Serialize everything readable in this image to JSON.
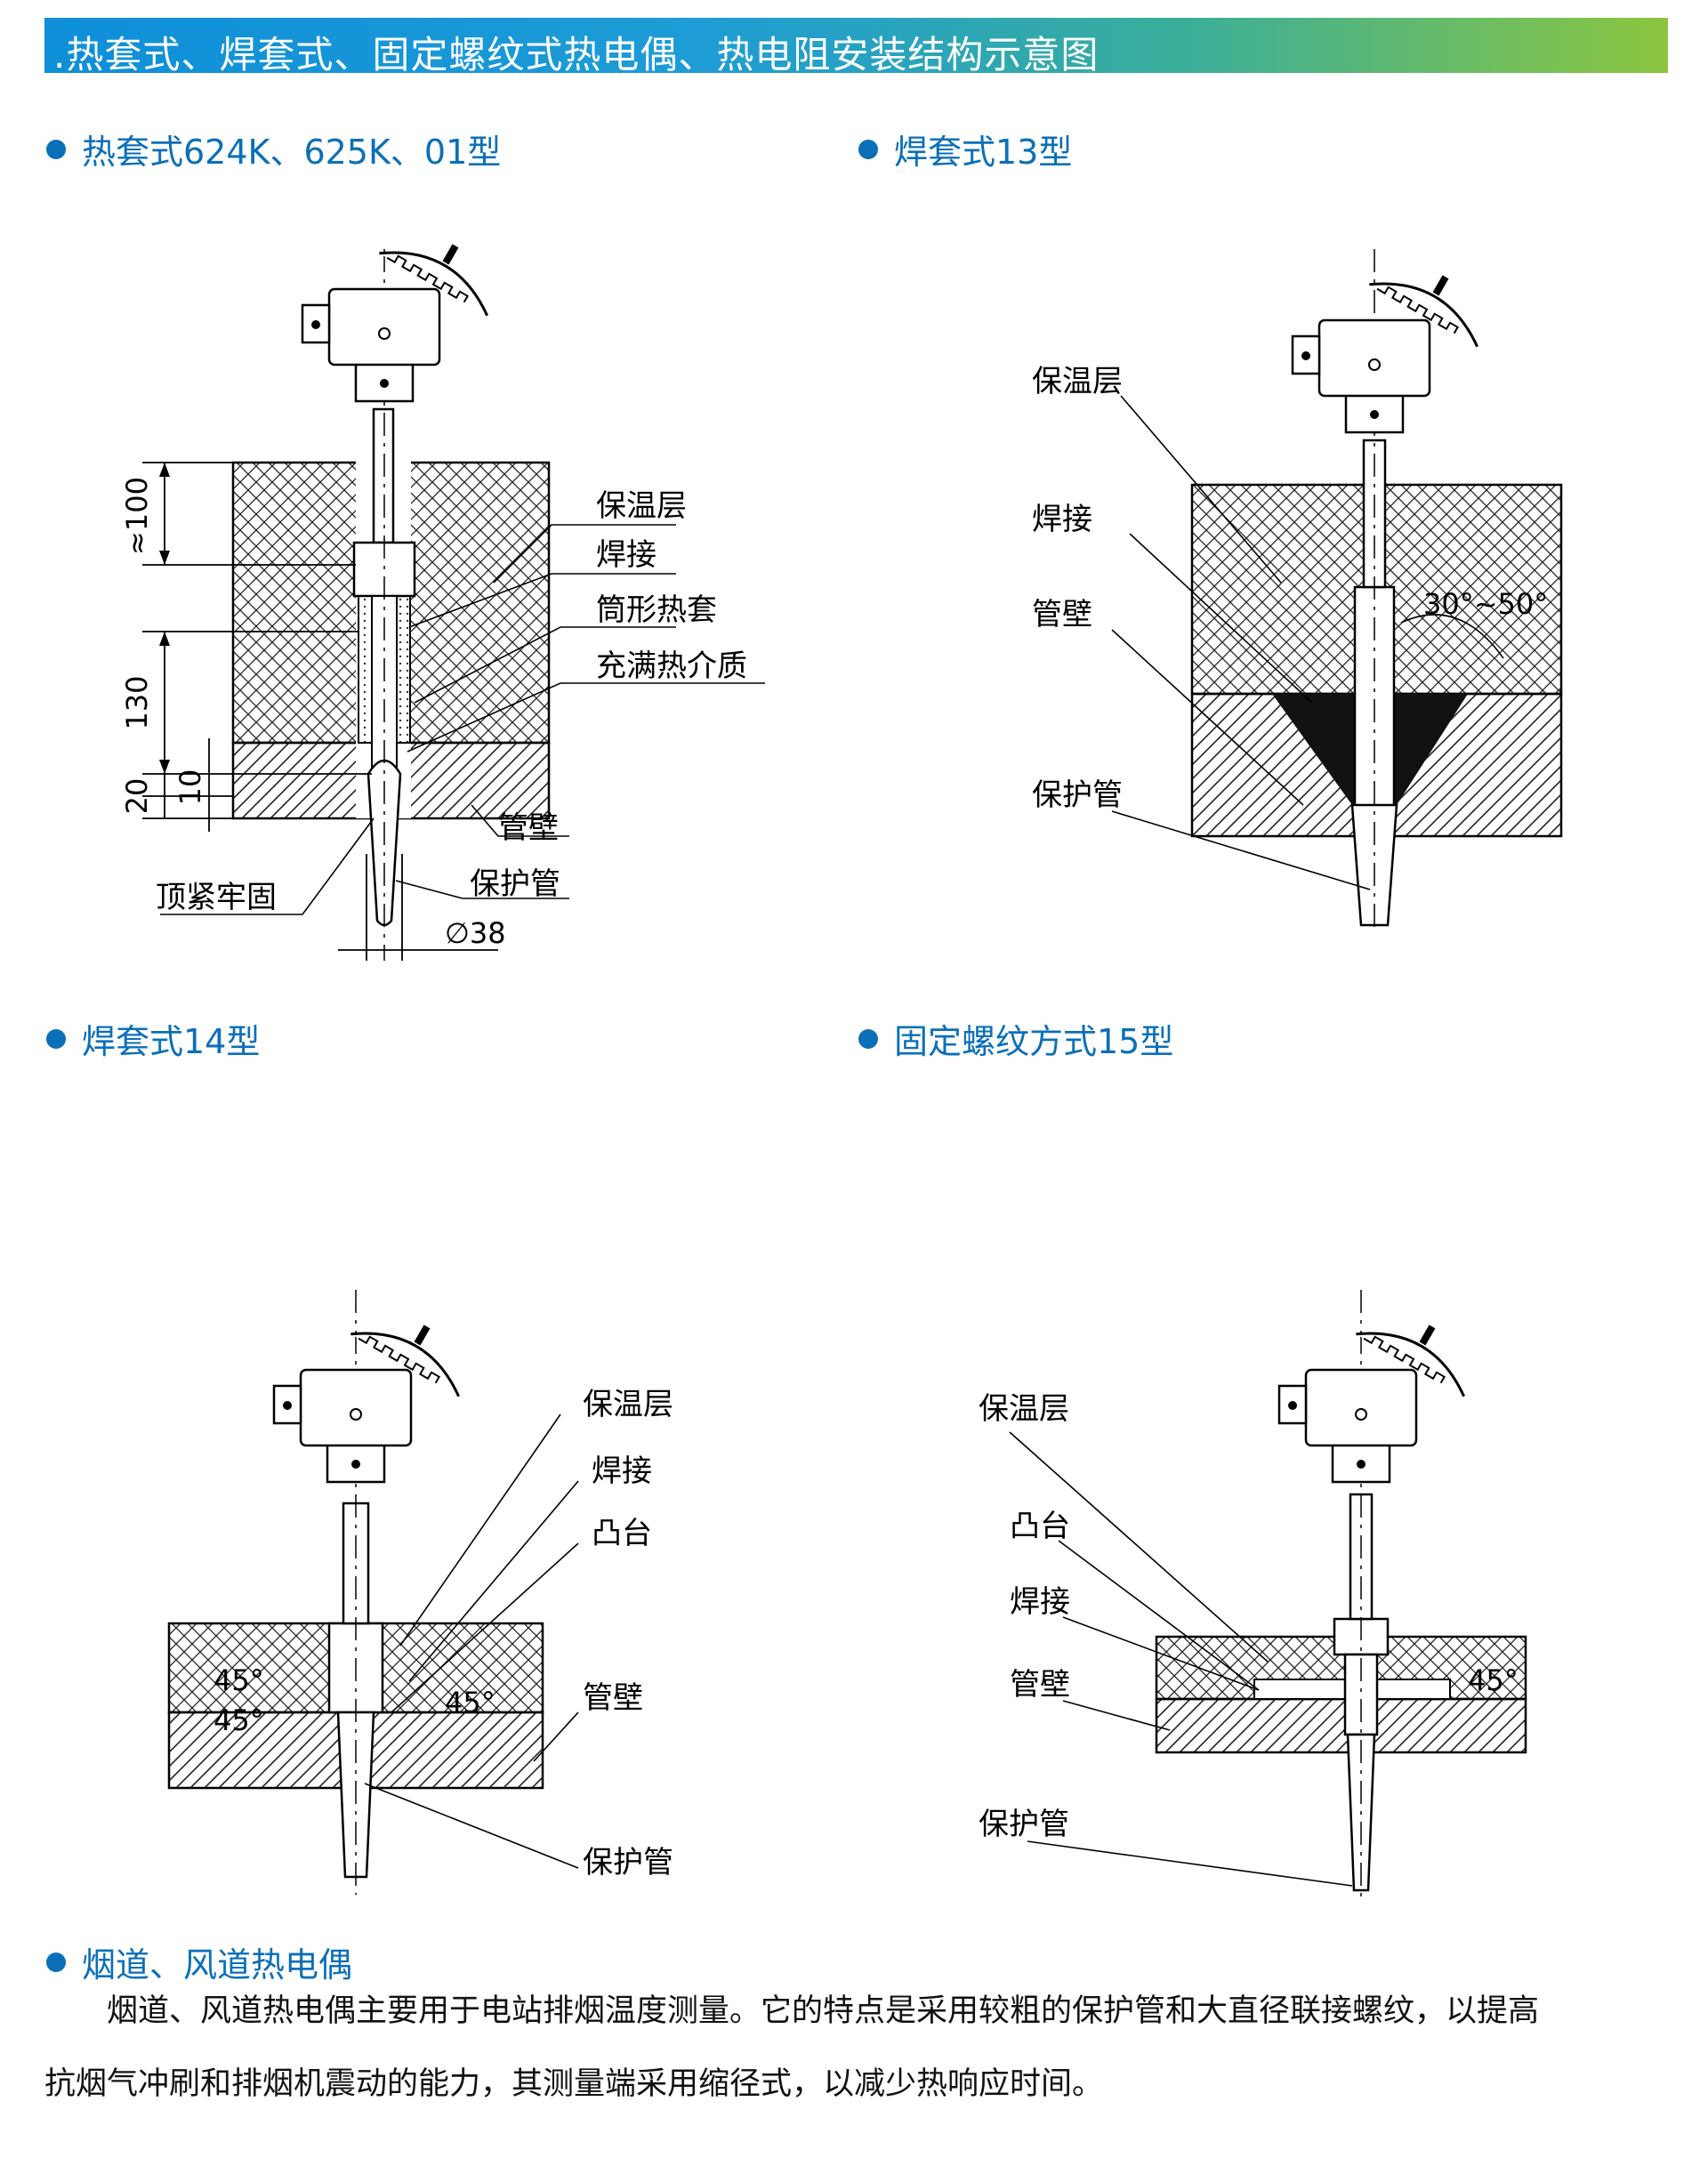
{
  "banner": {
    "title": ".热套式、焊套式、固定螺纹式热电偶、热电阻安装结构示意图"
  },
  "sections": {
    "s1": "热套式624K、625K、01型",
    "s2": "焊套式13型",
    "s3": "焊套式14型",
    "s4": "固定螺纹方式15型",
    "s5": "烟道、风道热电偶"
  },
  "fig1": {
    "labels": [
      "保温层",
      "焊接",
      "筒形热套",
      "充满热介质",
      "管壁",
      "保护管",
      "顶紧牢固"
    ],
    "dims": [
      "≈100",
      "130",
      "20",
      "10",
      "∅38"
    ]
  },
  "fig2": {
    "labels": [
      "保温层",
      "焊接",
      "管壁",
      "保护管"
    ],
    "angle": "30°~50°"
  },
  "fig3": {
    "labels": [
      "保温层",
      "焊接",
      "凸台",
      "管壁",
      "保护管"
    ],
    "angles": [
      "45°",
      "45°",
      "45°"
    ]
  },
  "fig4": {
    "labels": [
      "保温层",
      "凸台",
      "焊接",
      "管壁",
      "保护管"
    ],
    "angle": "45°"
  },
  "paragraph": {
    "line1": "烟道、风道热电偶主要用于电站排烟温度测量。它的特点是采用较粗的保护管和大直径联接螺纹，以提高",
    "line2": "抗烟气冲刷和排烟机震动的能力，其测量端采用缩径式，以减少热响应时间。"
  },
  "colors": {
    "heading": "#0b6fb8",
    "banner_start": "#0e8fd8",
    "banner_end": "#8cc63f"
  }
}
